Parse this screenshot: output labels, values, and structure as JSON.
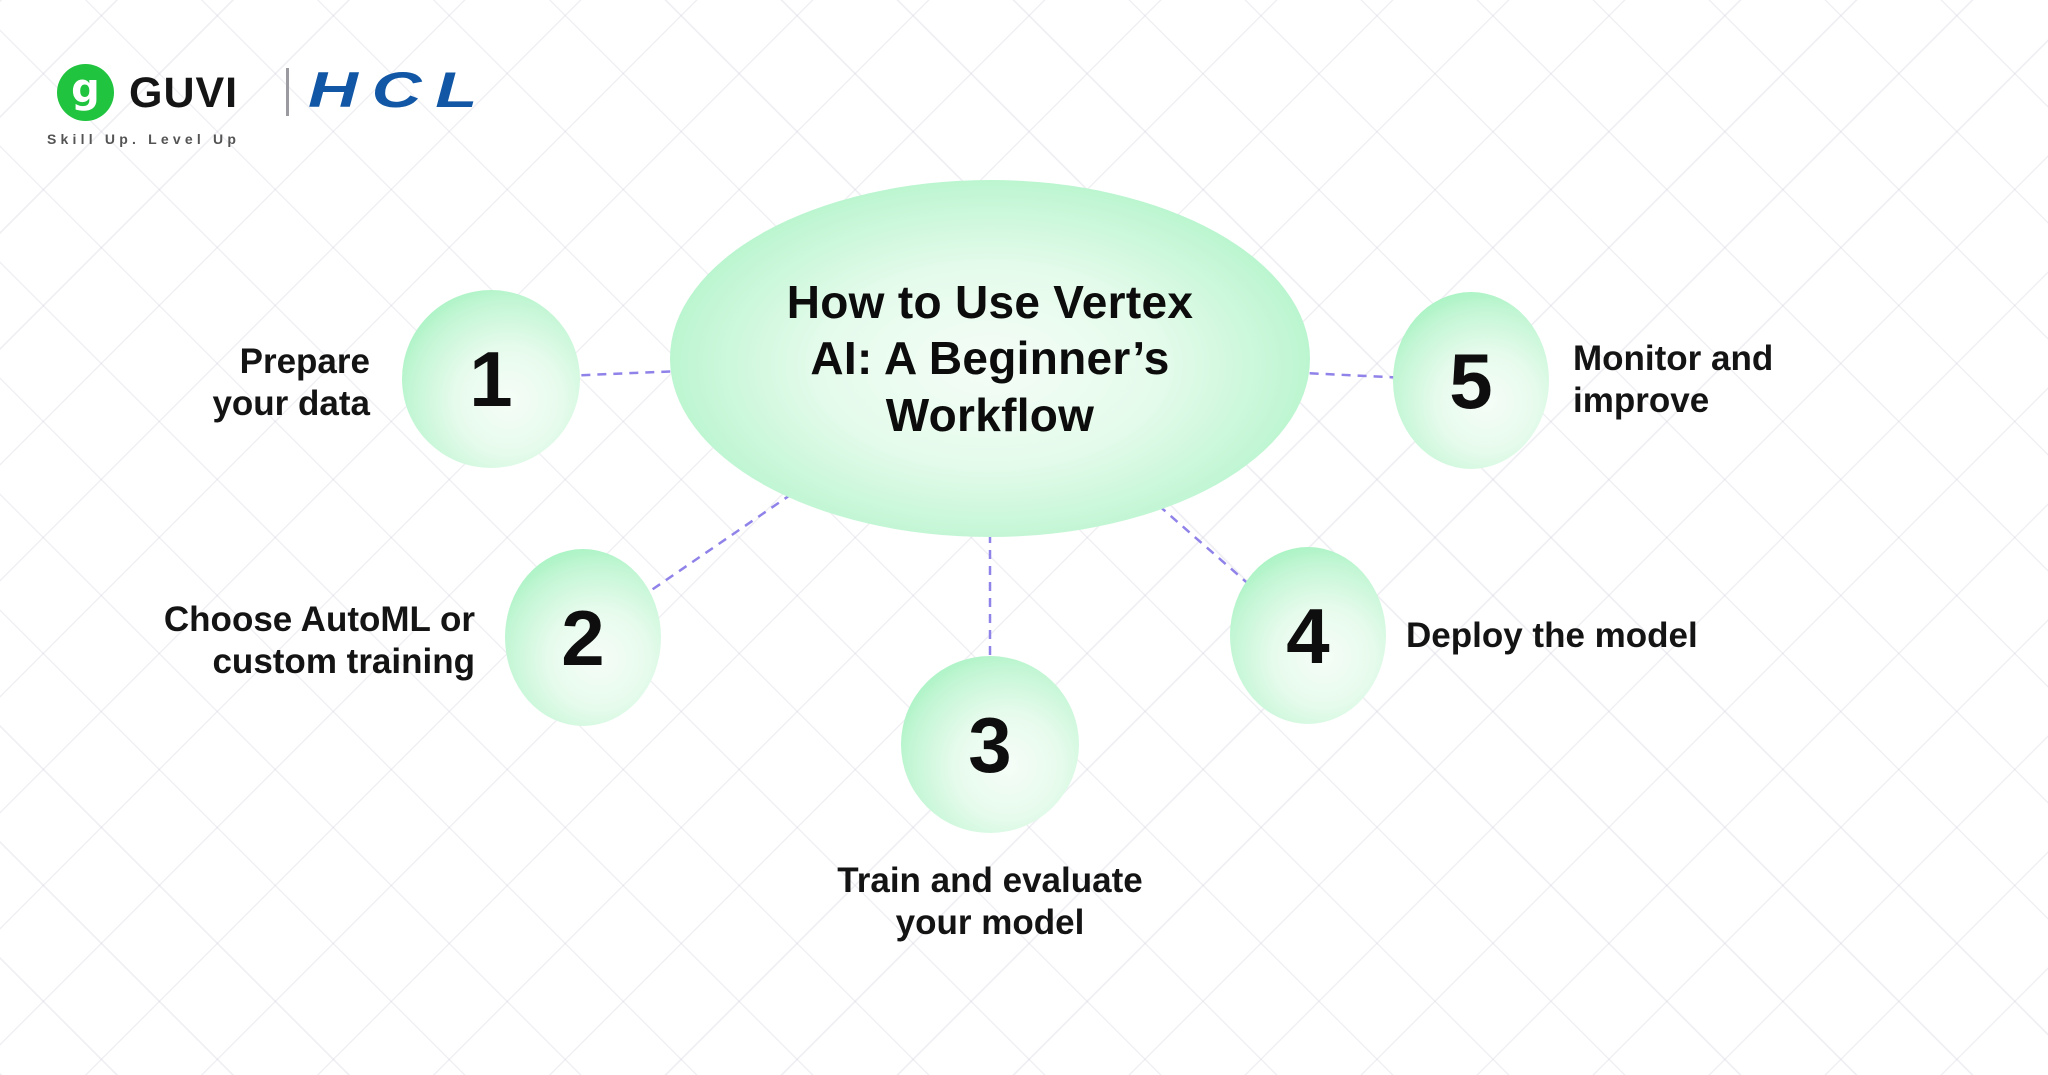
{
  "brand": {
    "logo_glyph": "g",
    "guvi_wordmark": "GUVI",
    "hcl_wordmark": "HCL",
    "tagline": "Skill Up. Level Up",
    "guvi_green": "#20c43e",
    "hcl_blue": "#1257a5"
  },
  "diagram": {
    "title": "How to Use Vertex\nAI: A Beginner’s\nWorkflow",
    "theme_green": "#8df0b0",
    "connector_color": "#8f82e9",
    "steps": [
      {
        "number": "1",
        "label": "Prepare\nyour data"
      },
      {
        "number": "2",
        "label": "Choose AutoML or\ncustom training"
      },
      {
        "number": "3",
        "label": "Train and evaluate\nyour model"
      },
      {
        "number": "4",
        "label": "Deploy the model"
      },
      {
        "number": "5",
        "label": "Monitor and\nimprove"
      }
    ]
  }
}
